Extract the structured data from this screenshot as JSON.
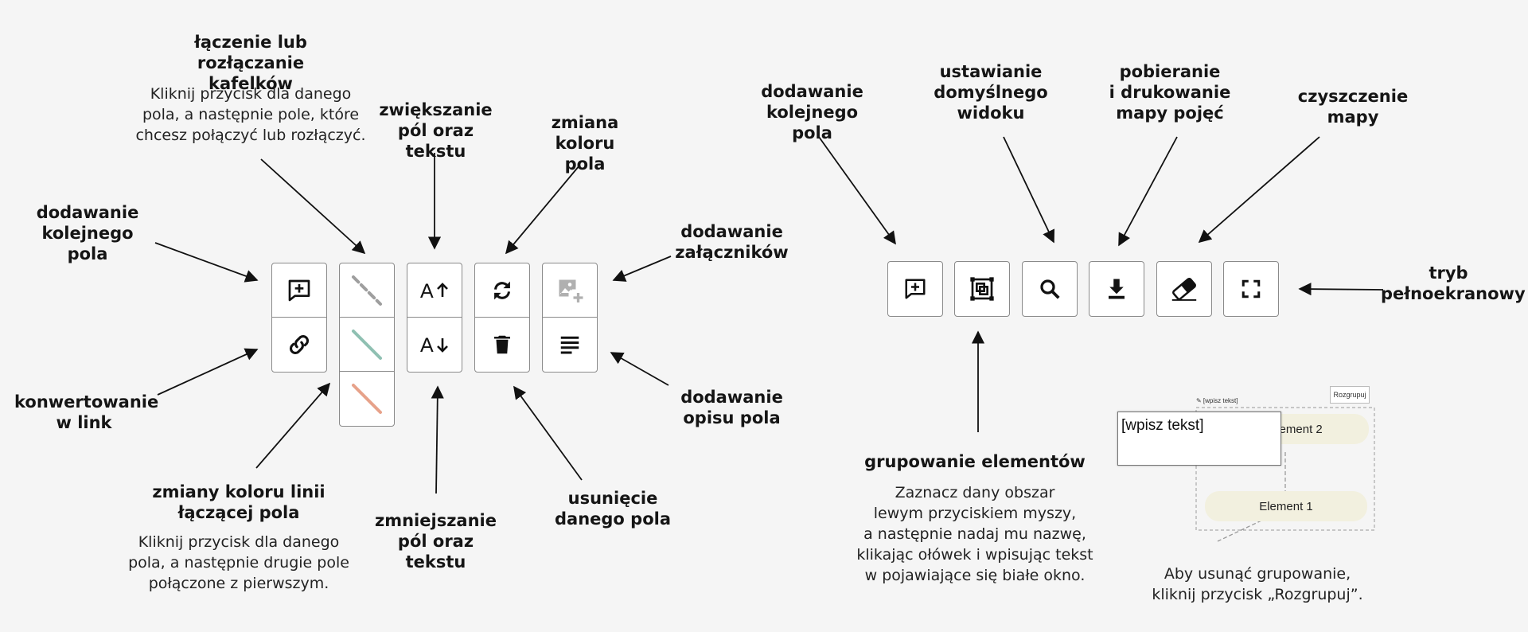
{
  "left_panel": {
    "labels": {
      "connect_title": "łączenie lub rozłączanie\nkafelków",
      "connect_desc": "Kliknij przycisk dla danego\npola, a następnie pole, które\nchcesz połączyć lub rozłączyć.",
      "enlarge": "zwiększanie\npól oraz tekstu",
      "color_change": "zmiana koloru\npola",
      "add_field": "dodawanie\nkolejnego pola",
      "attachments": "dodawanie\nzałączników",
      "convert_link": "konwertowanie\nw link",
      "description": "dodawanie\nopisu pola",
      "line_color_title": "zmiany koloru linii\nłączącej pola",
      "line_color_desc": "Kliknij przycisk dla danego\npola, a następnie drugie pole\npołączone z pierwszym.",
      "shrink": "zmniejszanie\npól oraz tekstu",
      "delete": "usunięcie\ndanego pola"
    },
    "icons": {
      "add_field": "add-comment-icon",
      "link": "link-icon",
      "line_gray": "dashed-line-icon",
      "line_teal": "teal-line-icon",
      "line_salmon": "salmon-line-icon",
      "text_up": "text-increase-icon",
      "text_down": "text-decrease-icon",
      "refresh": "swap-color-icon",
      "trash": "trash-icon",
      "add_image": "add-image-icon",
      "notes": "notes-icon"
    },
    "colors": {
      "line_gray": "#9e9e9e",
      "line_teal": "#8fc0b2",
      "line_salmon": "#e7a28a",
      "image_disabled": "#b0b0b0"
    }
  },
  "right_panel": {
    "labels": {
      "add_field": "dodawanie\nkolejnego pola",
      "default_view": "ustawianie\ndomyślnego\nwidoku",
      "download_print": "pobieranie\ni drukowanie\nmapy pojęć",
      "clear_map": "czyszczenie\nmapy",
      "fullscreen": "tryb\npełnoekranowy",
      "group_title": "grupowanie elementów",
      "group_desc": "Zaznacz dany obszar\nlewym przyciskiem myszy,\na następnie nadaj mu nazwę,\nklikając ołówek i wpisując tekst\nw pojawiające się białe okno.",
      "ungroup_desc": "Aby usunąć grupowanie,\nkliknij przycisk „Rozgrupuj”."
    },
    "icons": {
      "add_field": "add-comment-icon",
      "group": "group-select-icon",
      "search": "search-icon",
      "download": "download-icon",
      "eraser": "eraser-icon",
      "fullscreen": "fullscreen-icon"
    },
    "example": {
      "textbox_value": "[wpisz tekst]",
      "group_label": "✎ [wpisz tekst]",
      "ungroup_button": "Rozgrupuj",
      "element1": "Element 1",
      "element2": "Element 2"
    }
  }
}
